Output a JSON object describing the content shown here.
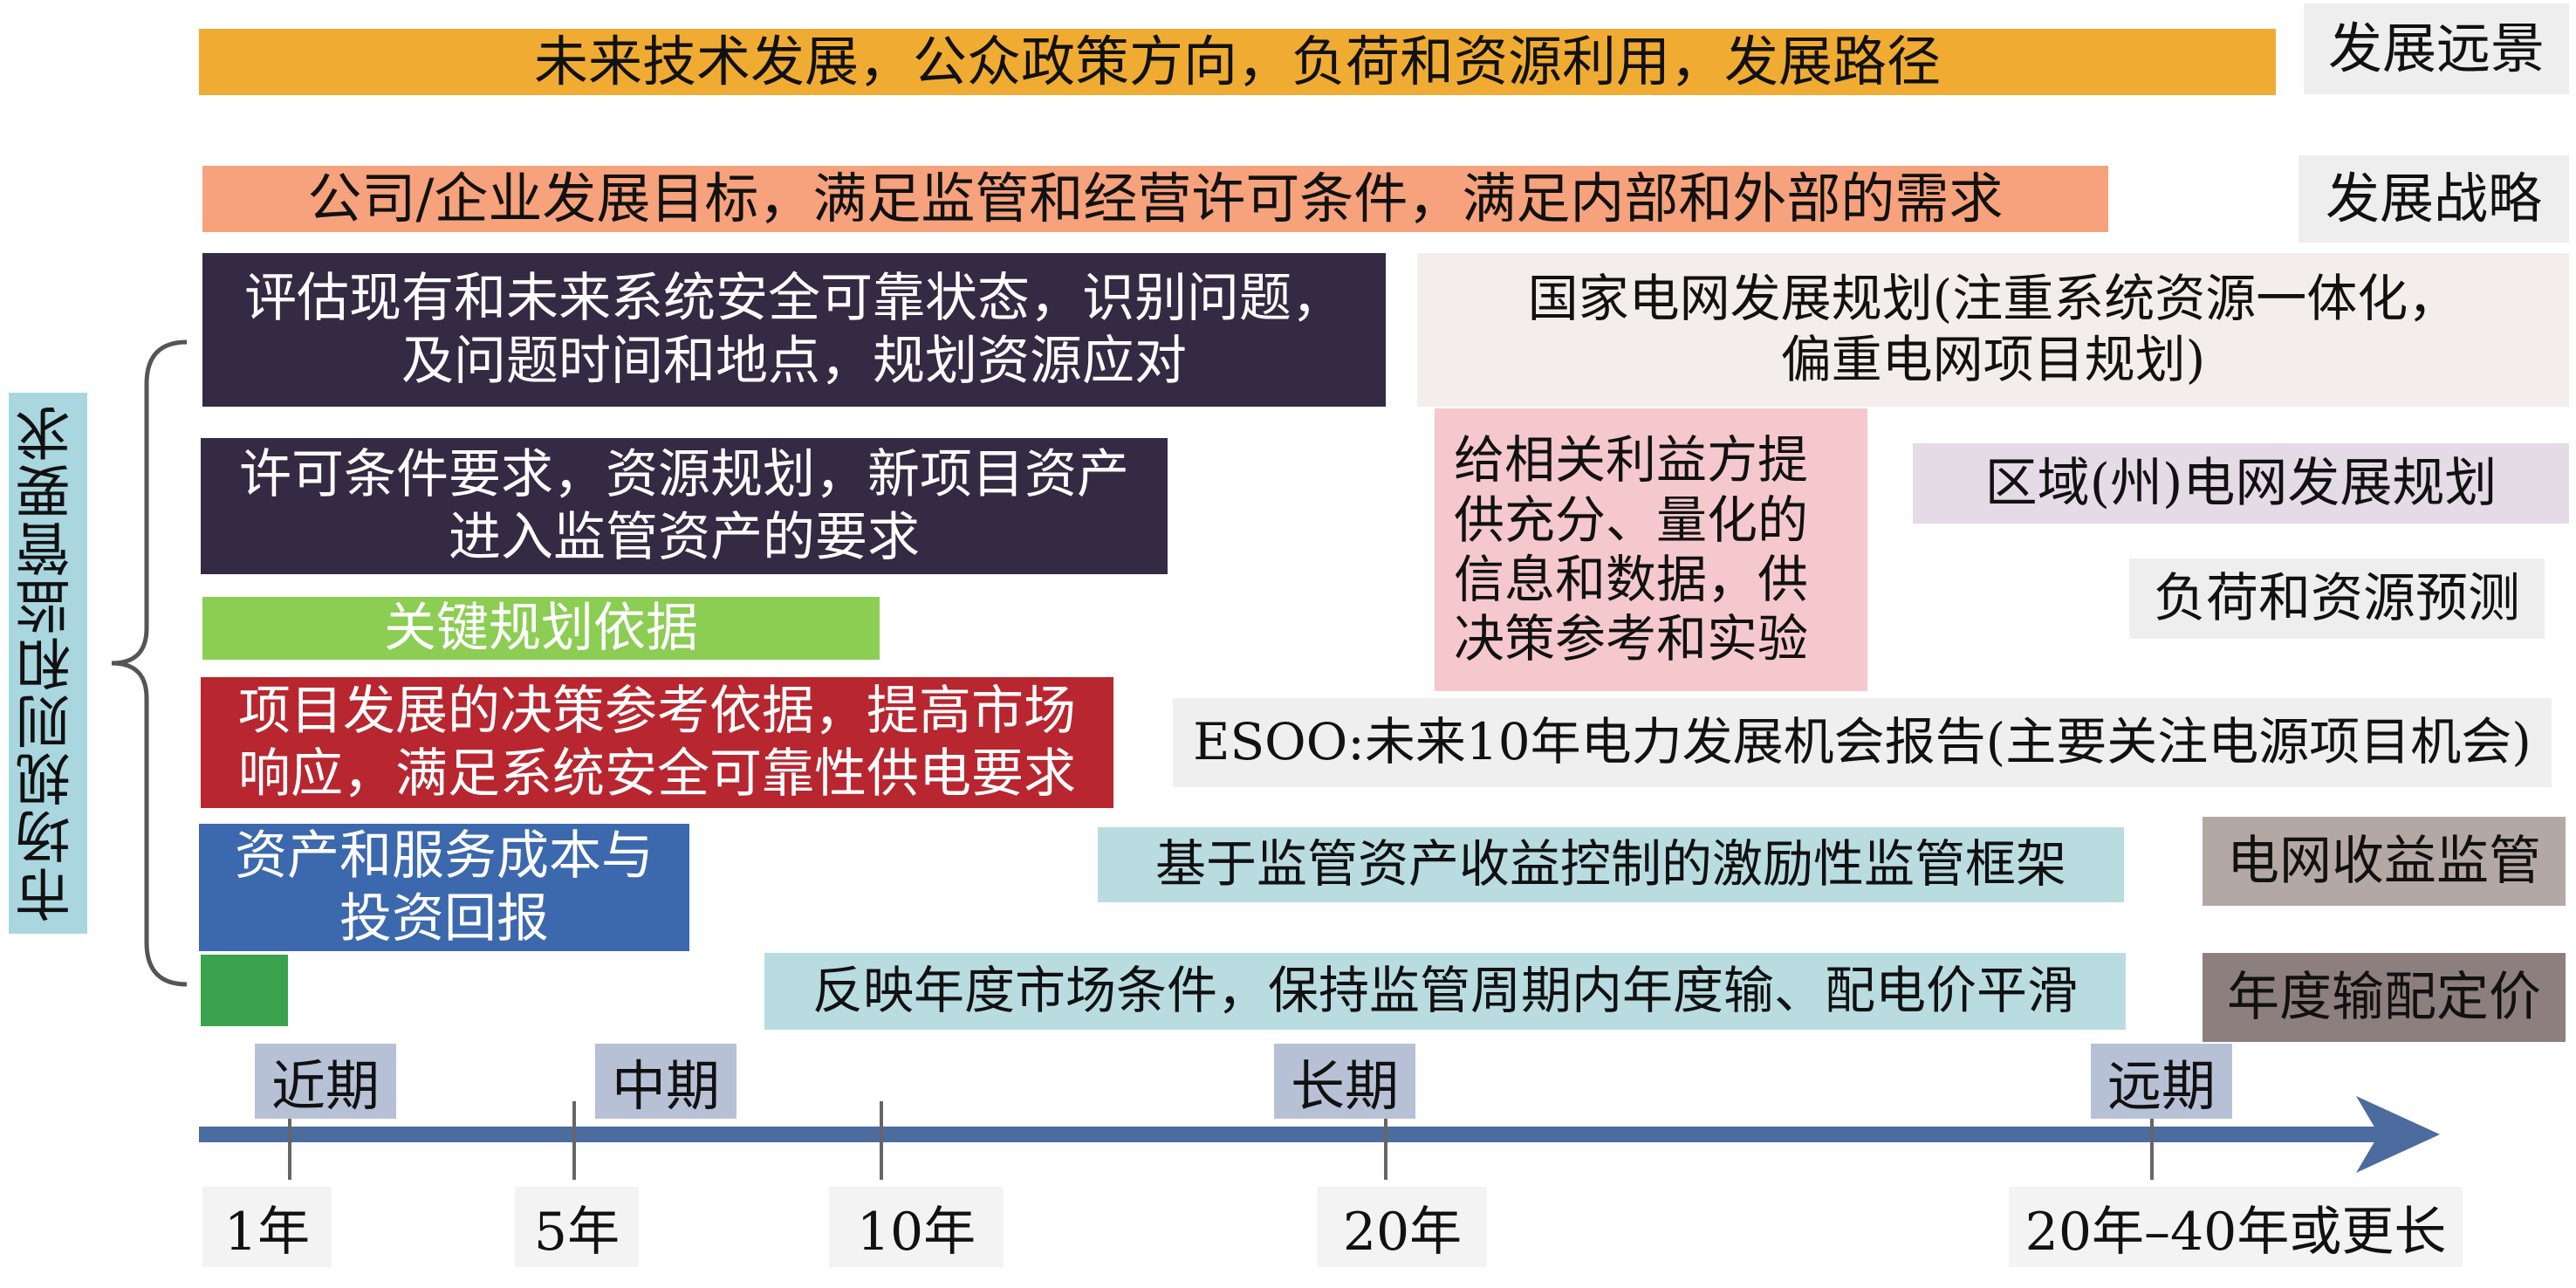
{
  "left_boxes": {
    "vision_text": "未来技术发展，公众政策方向，负荷和资源利用，发展路径",
    "strategy_text": "公司/企业发展目标，满足监管和经营许可条件，满足内部和外部的需求",
    "assessment_line1": "评估现有和未来系统安全可靠状态，识别问题，",
    "assessment_line2": "及问题时间和地点，规划资源应对",
    "license_line1": "许可条件要求，资源规划，新项目资产",
    "license_line2": "进入监管资产的要求",
    "key_basis": "关键规划依据",
    "decision_line1": "项目发展的决策参考依据，提高市场",
    "decision_line2": "响应，满足系统安全可靠性供电要求",
    "cost_line1": "资产和服务成本与",
    "cost_line2": "投资回报"
  },
  "right_boxes": {
    "vision_label": "发展远景",
    "strategy_label": "发展战略",
    "national_line1": "国家电网发展规划(注重系统资源一体化，",
    "national_line2": "偏重电网项目规划)",
    "info_line1": "给相关利益方提",
    "info_line2": "供充分、量化的",
    "info_line3": "信息和数据，供",
    "info_line4": "决策参考和实验",
    "regional": "区域(州)电网发展规划",
    "forecast": "负荷和资源预测",
    "esoo": "ESOO:未来10年电力发展机会报告(主要关注电源项目机会)",
    "incentive": "基于监管资产收益控制的激励性监管框架",
    "revenue_label": "电网收益监管",
    "annual_text": "反映年度市场条件，保持监管周期内年度输、配电价平滑",
    "annual_label": "年度输配定价"
  },
  "side_label": "市场规则和监管要求",
  "timeline": {
    "periods": [
      "近期",
      "中期",
      "长期",
      "远期"
    ],
    "ticks": [
      "1年",
      "5年",
      "10年",
      "20年",
      "20年–40年或更长"
    ]
  },
  "colors": {
    "axis": "#4c6b9e",
    "brace": "#555555"
  }
}
